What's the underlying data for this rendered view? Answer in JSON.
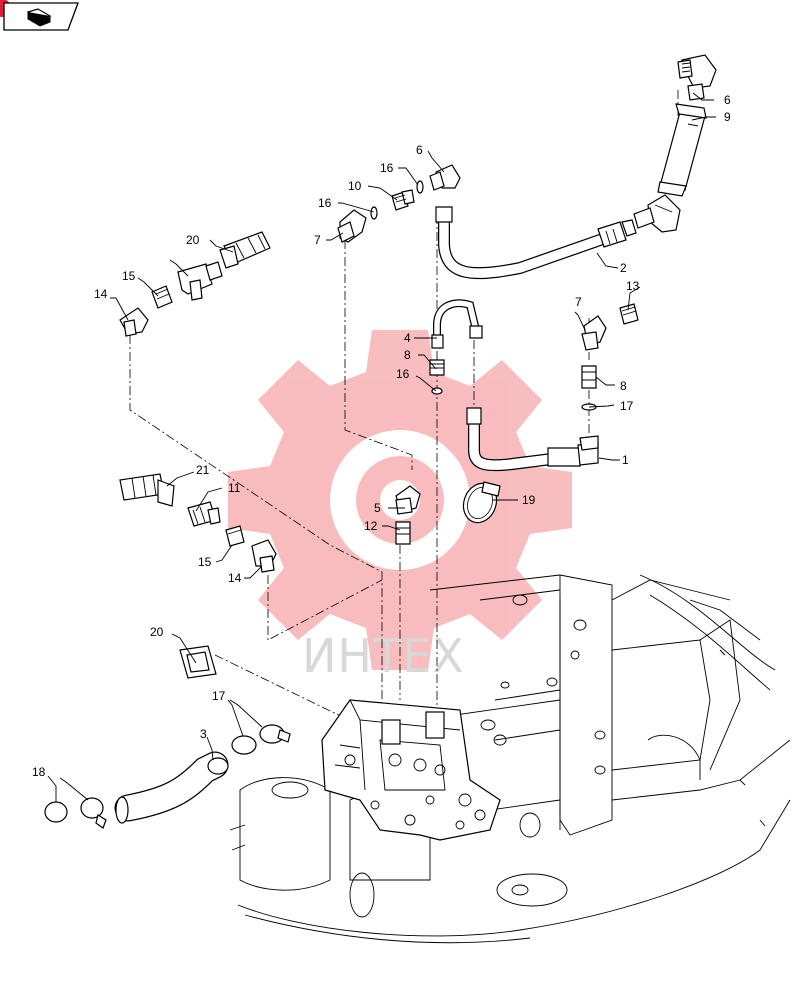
{
  "watermark": "ИНТЕХ",
  "callouts": [
    "1",
    "2",
    "3",
    "4",
    "5",
    "6",
    "6",
    "7",
    "7",
    "8",
    "8",
    "9",
    "10",
    "11",
    "12",
    "13",
    "14",
    "14",
    "15",
    "15",
    "16",
    "16",
    "16",
    "17",
    "17",
    "18",
    "19",
    "20",
    "20",
    "21"
  ]
}
